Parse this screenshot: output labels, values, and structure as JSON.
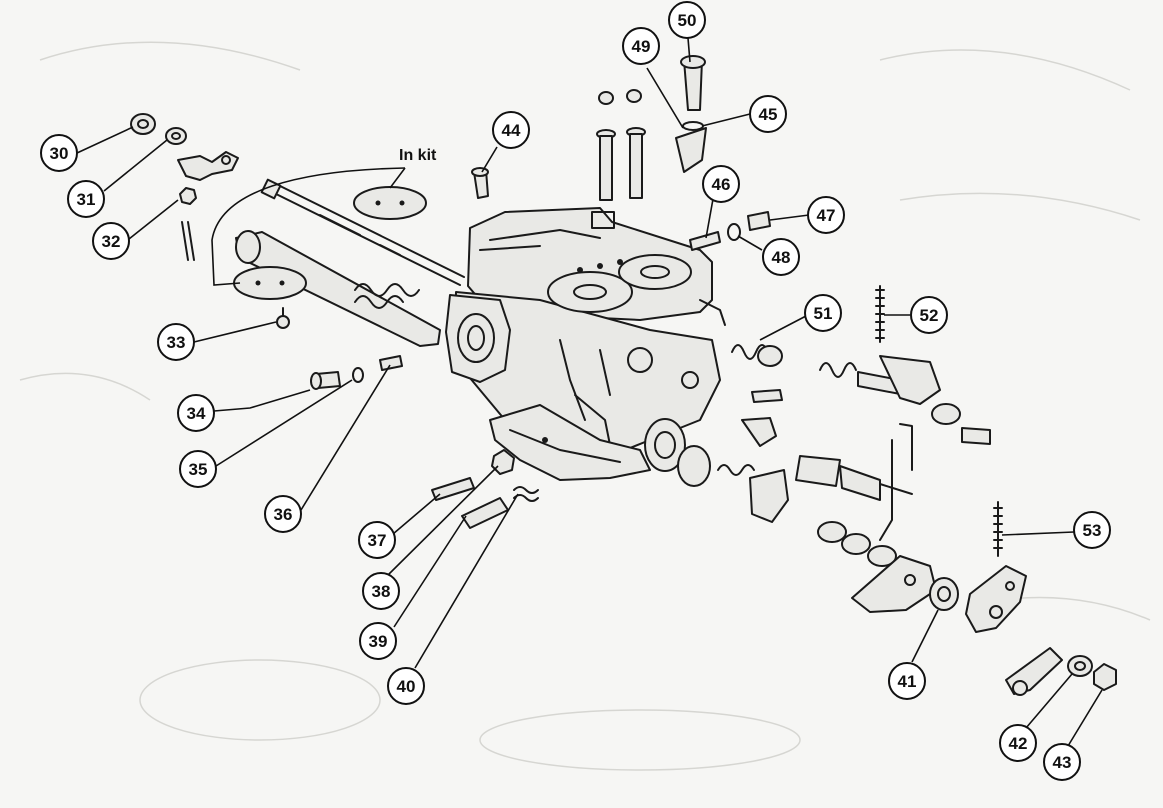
{
  "kit_label": "In kit",
  "callouts": [
    {
      "id": "30",
      "label": "30"
    },
    {
      "id": "31",
      "label": "31"
    },
    {
      "id": "32",
      "label": "32"
    },
    {
      "id": "33",
      "label": "33"
    },
    {
      "id": "34",
      "label": "34"
    },
    {
      "id": "35",
      "label": "35"
    },
    {
      "id": "36",
      "label": "36"
    },
    {
      "id": "37",
      "label": "37"
    },
    {
      "id": "38",
      "label": "38"
    },
    {
      "id": "39",
      "label": "39"
    },
    {
      "id": "40",
      "label": "40"
    },
    {
      "id": "41",
      "label": "41"
    },
    {
      "id": "42",
      "label": "42"
    },
    {
      "id": "43",
      "label": "43"
    },
    {
      "id": "44",
      "label": "44"
    },
    {
      "id": "45",
      "label": "45"
    },
    {
      "id": "46",
      "label": "46"
    },
    {
      "id": "47",
      "label": "47"
    },
    {
      "id": "48",
      "label": "48"
    },
    {
      "id": "49",
      "label": "49"
    },
    {
      "id": "50",
      "label": "50"
    },
    {
      "id": "51",
      "label": "51"
    },
    {
      "id": "52",
      "label": "52"
    },
    {
      "id": "53",
      "label": "53"
    }
  ]
}
